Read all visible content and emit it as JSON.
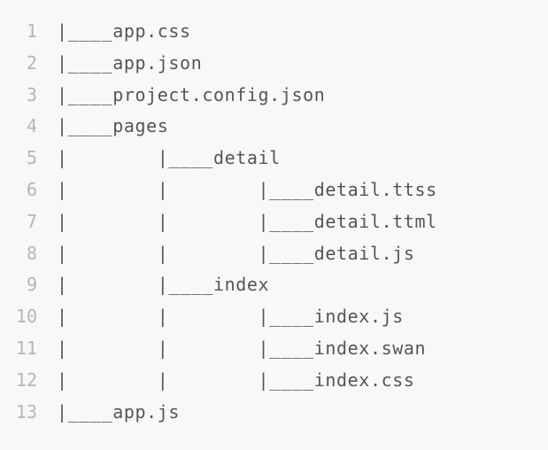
{
  "view": {
    "kind": "code-block",
    "language": "text",
    "background_color": "#f8f8f8",
    "text_color": "#555555",
    "line_number_color": "#b5b5b5",
    "total_lines": 13
  },
  "lines": [
    {
      "number": "1",
      "text": "|____app.css"
    },
    {
      "number": "2",
      "text": "|____app.json"
    },
    {
      "number": "3",
      "text": "|____project.config.json"
    },
    {
      "number": "4",
      "text": "|____pages"
    },
    {
      "number": "5",
      "text": "|        |____detail"
    },
    {
      "number": "6",
      "text": "|        |        |____detail.ttss"
    },
    {
      "number": "7",
      "text": "|        |        |____detail.ttml"
    },
    {
      "number": "8",
      "text": "|        |        |____detail.js"
    },
    {
      "number": "9",
      "text": "|        |____index"
    },
    {
      "number": "10",
      "text": "|        |        |____index.js"
    },
    {
      "number": "11",
      "text": "|        |        |____index.swan"
    },
    {
      "number": "12",
      "text": "|        |        |____index.css"
    },
    {
      "number": "13",
      "text": "|____app.js"
    }
  ]
}
